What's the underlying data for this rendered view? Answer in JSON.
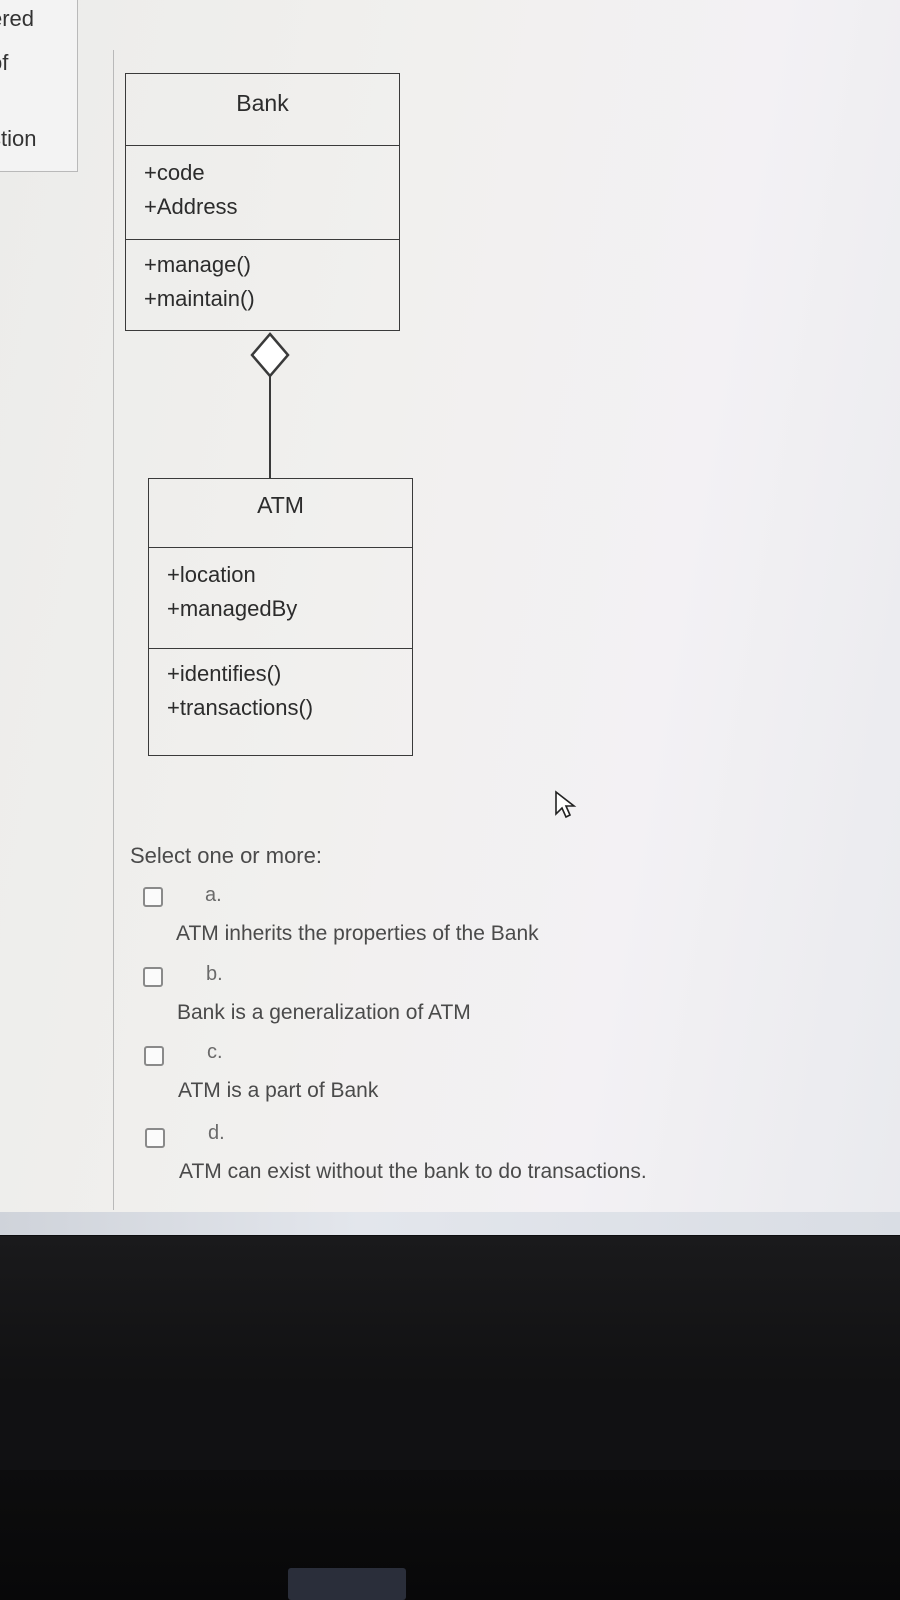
{
  "nav": {
    "line1": "ered",
    "line2": "of",
    "line3": "stion"
  },
  "diagram": {
    "bank": {
      "name": "Bank",
      "attributes": [
        "+code",
        "+Address"
      ],
      "methods": [
        "+manage()",
        "+maintain()"
      ]
    },
    "atm": {
      "name": "ATM",
      "attributes": [
        "+location",
        "+managedBy"
      ],
      "methods": [
        "+identifies()",
        "+transactions()"
      ]
    }
  },
  "question": {
    "prompt": "Select one or more:",
    "options": [
      {
        "letter": "a.",
        "text": "ATM inherits the properties of the Bank"
      },
      {
        "letter": "b.",
        "text": "Bank is a generalization of ATM"
      },
      {
        "letter": "c.",
        "text": "ATM is a part of Bank"
      },
      {
        "letter": "d.",
        "text": "ATM can exist without the bank to do transactions."
      }
    ]
  },
  "icons": {
    "connector": "aggregation-diamond-icon",
    "cursor": "mouse-pointer-icon"
  }
}
